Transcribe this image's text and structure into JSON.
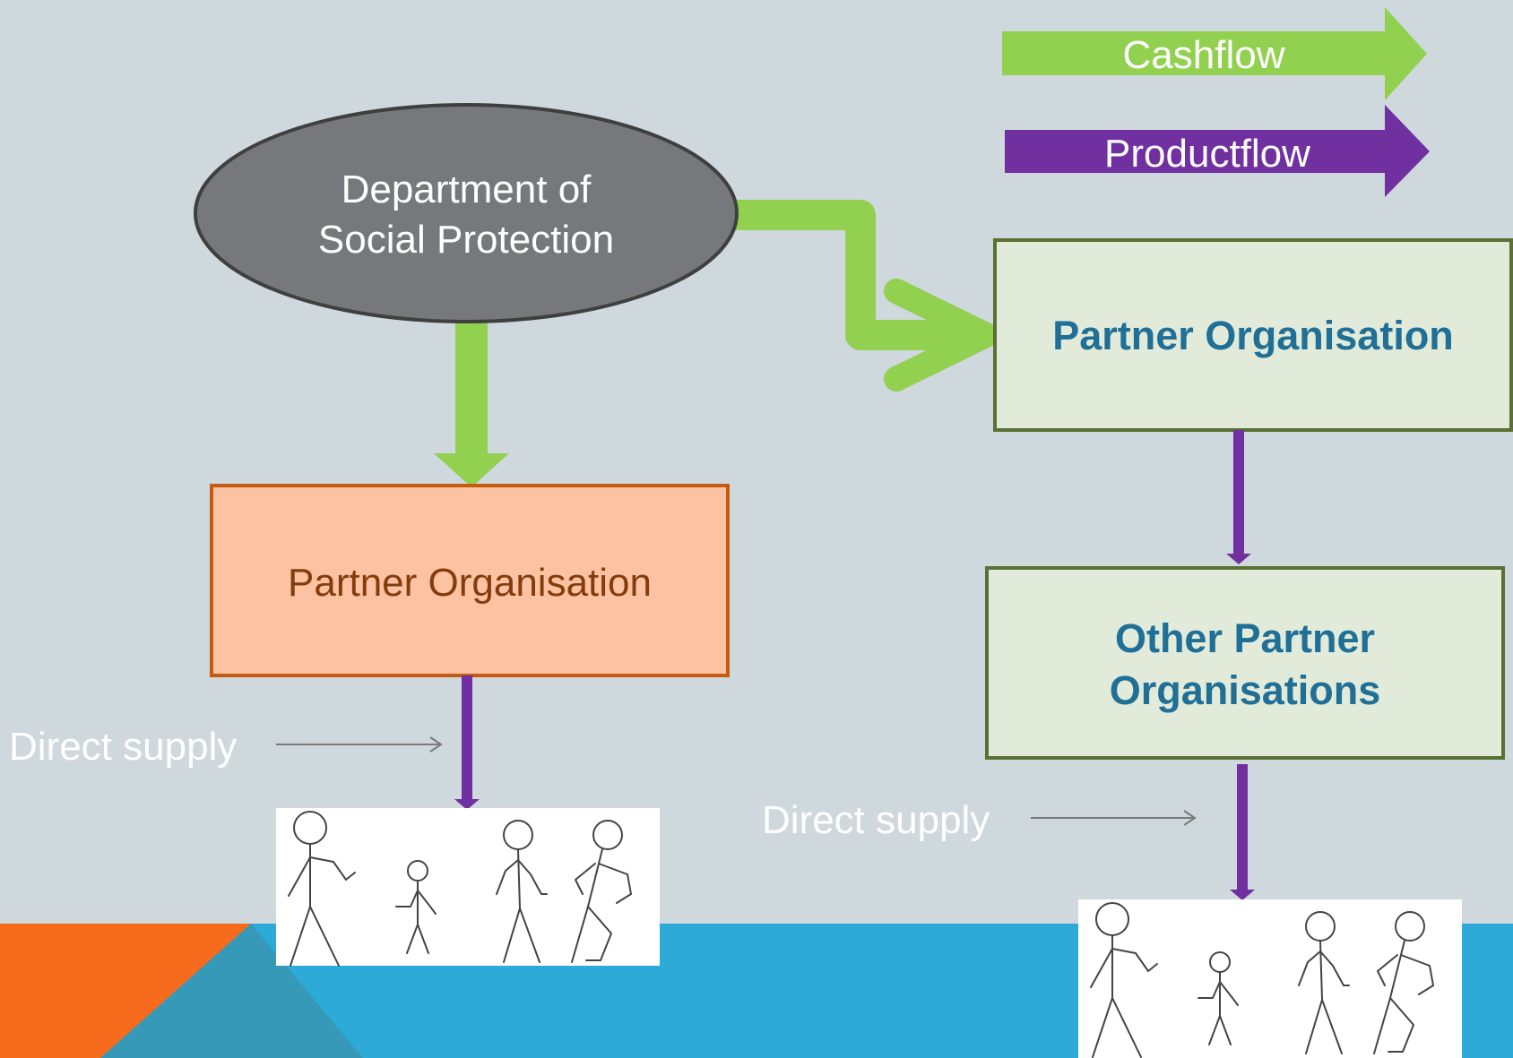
{
  "legend": {
    "cashflow_label": "Cashflow",
    "productflow_label": "Productflow"
  },
  "nodes": {
    "department_line1": "Department of",
    "department_line2": "Social Protection",
    "partner_left": "Partner Organisation",
    "partner_right": "Partner Organisation",
    "other_partners_line1": "Other Partner",
    "other_partners_line2": "Organisations"
  },
  "annotations": {
    "direct_supply_left": "Direct supply",
    "direct_supply_right": "Direct supply"
  },
  "colors": {
    "background": "#cfd8dc",
    "cashflow": "#92d050",
    "productflow": "#7030a0",
    "department_fill": "#77787b",
    "partner_left_fill": "#fcc2a2",
    "partner_left_border": "#c55a11",
    "partner_left_text": "#843c0c",
    "partner_right_fill": "#e2ebd9",
    "partner_right_border": "#5a7034",
    "partner_right_text": "#1f6f97",
    "band_blue": "#2eaad8",
    "band_orange": "#f76b1c",
    "band_teal": "#3699b8"
  },
  "icons": [
    "stick-figures-group-left",
    "stick-figures-group-right"
  ]
}
